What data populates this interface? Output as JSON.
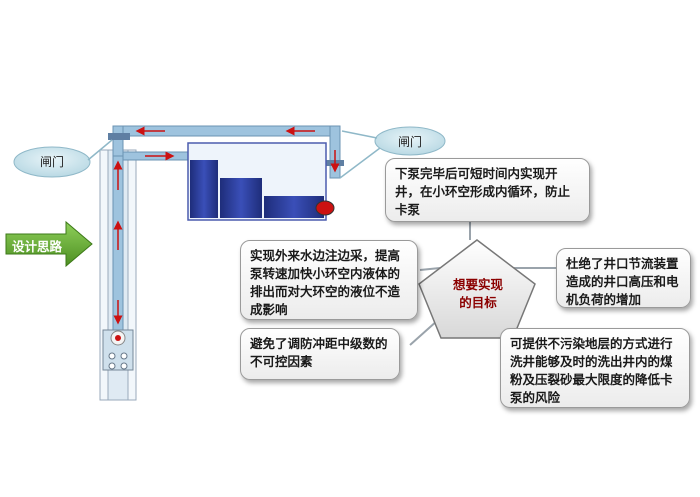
{
  "colors": {
    "pipe": "#9ec3de",
    "tank": "#2c3e9a",
    "arrow_red": "#cc1111",
    "green_arrow": "#5aa02c",
    "center_text": "#8b0000"
  },
  "design_label": "设计思路",
  "valve_left": "闸门",
  "valve_right": "闸门",
  "center": {
    "line1": "想要实现",
    "line2": "的目标"
  },
  "bubbles": {
    "top": "下泵完毕后可短时间内实现开井，在小环空形成内循环，防止卡泵",
    "left": "实现外来水边注边采，提高泵转速加快小环空内液体的排出而对大环空的液位不造成影响",
    "right": "杜绝了井口节流装置造成的井口高压和电机负荷的增加",
    "bottom_left": "避免了调防冲距中级数的不可控因素",
    "bottom_right": "可提供不污染地层的方式进行洗井能够及时的洗出井内的煤粉及压裂砂最大限度的降低卡泵的风险"
  }
}
